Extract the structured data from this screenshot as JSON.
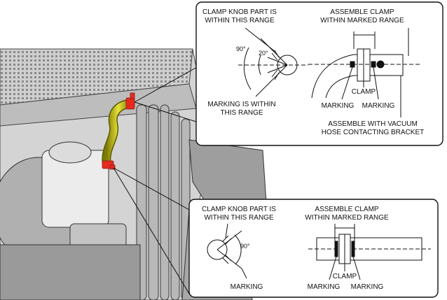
{
  "upper_callout": {
    "knob_range_line1": "CLAMP KNOB PART IS",
    "knob_range_line2": "WITHIN THIS RANGE",
    "angle_outer": "90°",
    "angle_inner": "20°",
    "marking_range_line1": "MARKING IS WITHIN",
    "marking_range_line2": "THIS RANGE",
    "assemble_line1": "ASSEMBLE CLAMP",
    "assemble_line2": "WITHIN MARKED RANGE",
    "clamp": "CLAMP",
    "marking_left": "MARKING",
    "marking_right": "MARKING",
    "vacuum_line1": "ASSEMBLE WITH VACUUM",
    "vacuum_line2": "HOSE CONTACTING BRACKET"
  },
  "lower_callout": {
    "knob_range_line1": "CLAMP KNOB PART IS",
    "knob_range_line2": "WITHIN THIS RANGE",
    "angle": "90°",
    "marking": "MARKING",
    "assemble_line1": "ASSEMBLE CLAMP",
    "assemble_line2": "WITHIN MARKED RANGE",
    "clamp": "CLAMP",
    "marking_left": "MARKING",
    "marking_right": "MARKING"
  },
  "colors": {
    "hose": "#c9c30a",
    "clamp": "#e52a1e",
    "engine_dark": "#5a5a5a",
    "engine_light": "#cfcfcf"
  }
}
